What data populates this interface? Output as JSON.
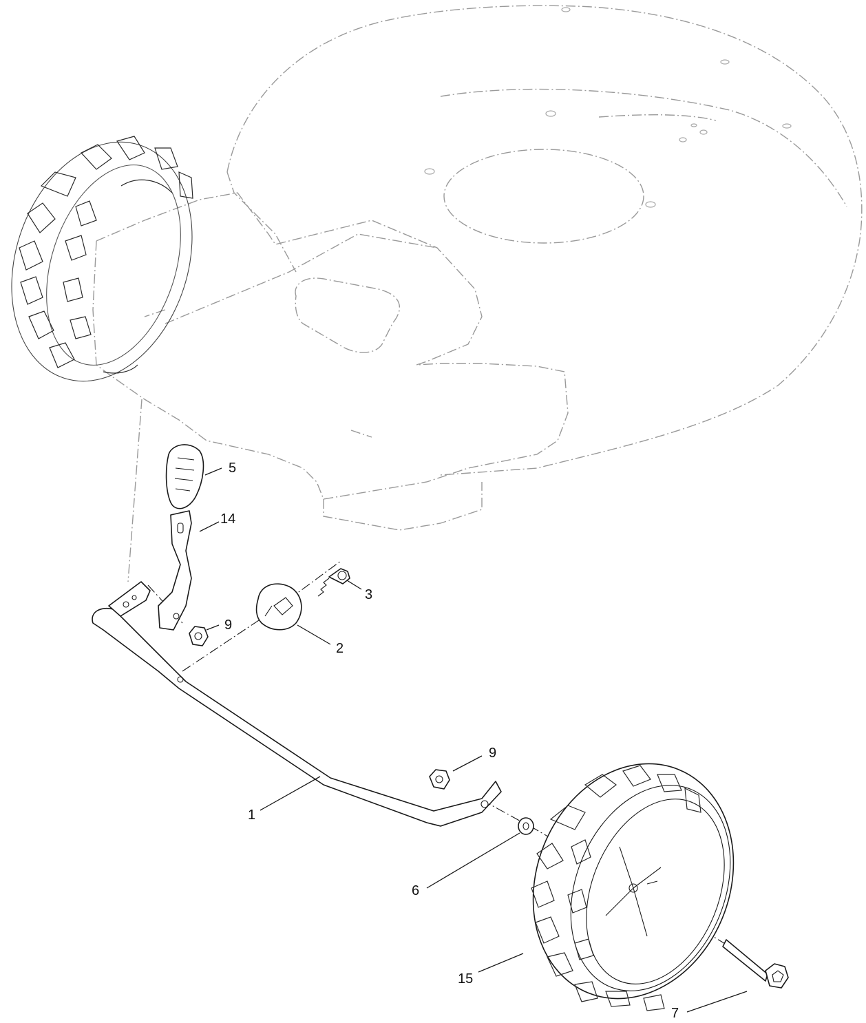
{
  "callouts": {
    "c1": "1",
    "c2": "2",
    "c3": "3",
    "c5": "5",
    "c6": "6",
    "c7": "7",
    "c9a": "9",
    "c9b": "9",
    "c14": "14",
    "c15": "15"
  }
}
